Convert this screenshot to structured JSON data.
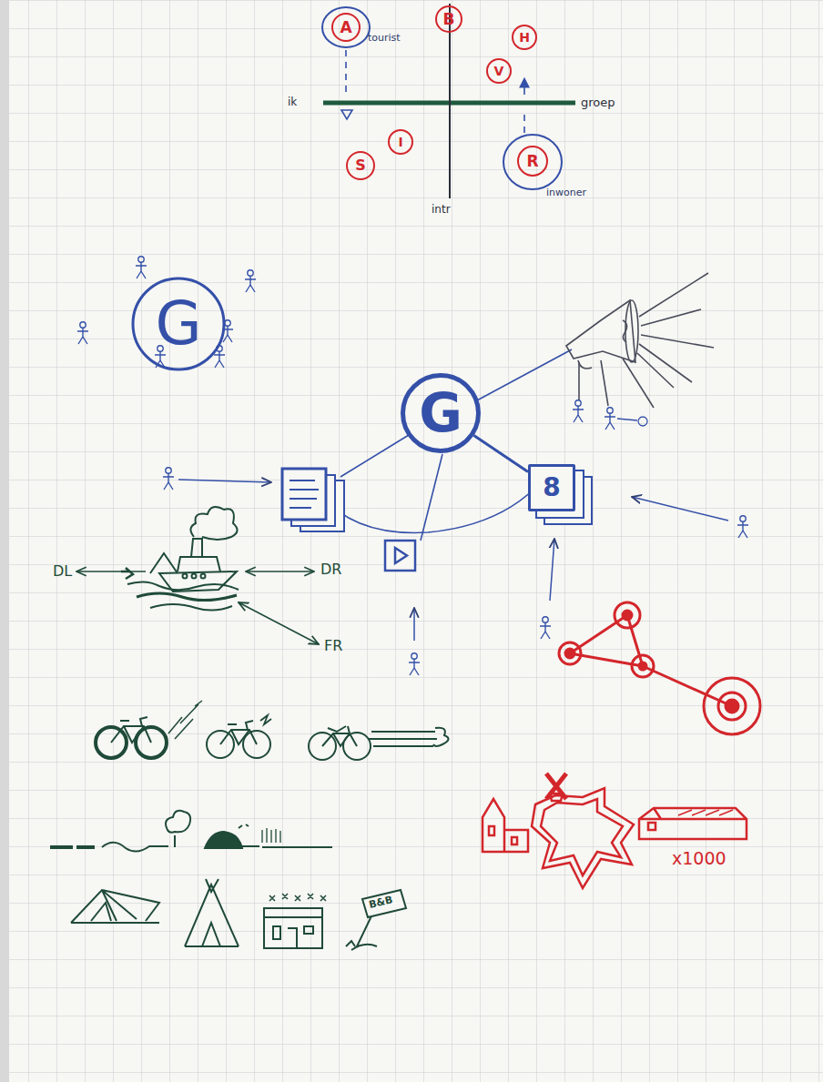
{
  "diagram": {
    "nodes": [
      {
        "text": [
          "A",
          "tourist"
        ]
      },
      {
        "text": [
          "B"
        ]
      },
      {
        "text": [
          "H"
        ]
      },
      {
        "text": [
          "V"
        ]
      },
      {
        "text": [
          "I"
        ]
      },
      {
        "text": [
          "S"
        ]
      },
      {
        "text": [
          "R",
          "inwoner"
        ]
      },
      {
        "text": [
          "G"
        ]
      },
      {
        "text": [
          "G"
        ]
      },
      {
        "text": [
          "8"
        ]
      }
    ],
    "edges": [
      {
        "from": 8,
        "to": 9,
        "arrow": "none"
      }
    ],
    "labels": [
      "ik",
      "groep",
      "intr",
      "DL",
      "DR",
      "FR",
      "x1000",
      "B&B"
    ]
  }
}
